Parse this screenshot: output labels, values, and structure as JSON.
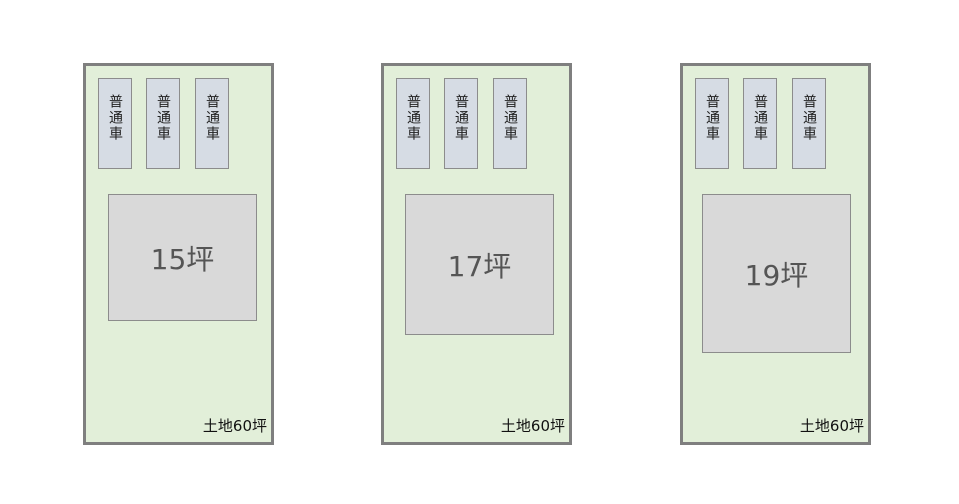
{
  "parking_label": "普通車",
  "land_label": "土地60坪",
  "lots": [
    {
      "house_label": "15坪"
    },
    {
      "house_label": "17坪"
    },
    {
      "house_label": "19坪"
    }
  ],
  "colors": {
    "lot_fill": "#e2efd9",
    "lot_border": "#7f7f7f",
    "car_fill": "#d6dce4",
    "house_fill": "#d9d9d9"
  }
}
